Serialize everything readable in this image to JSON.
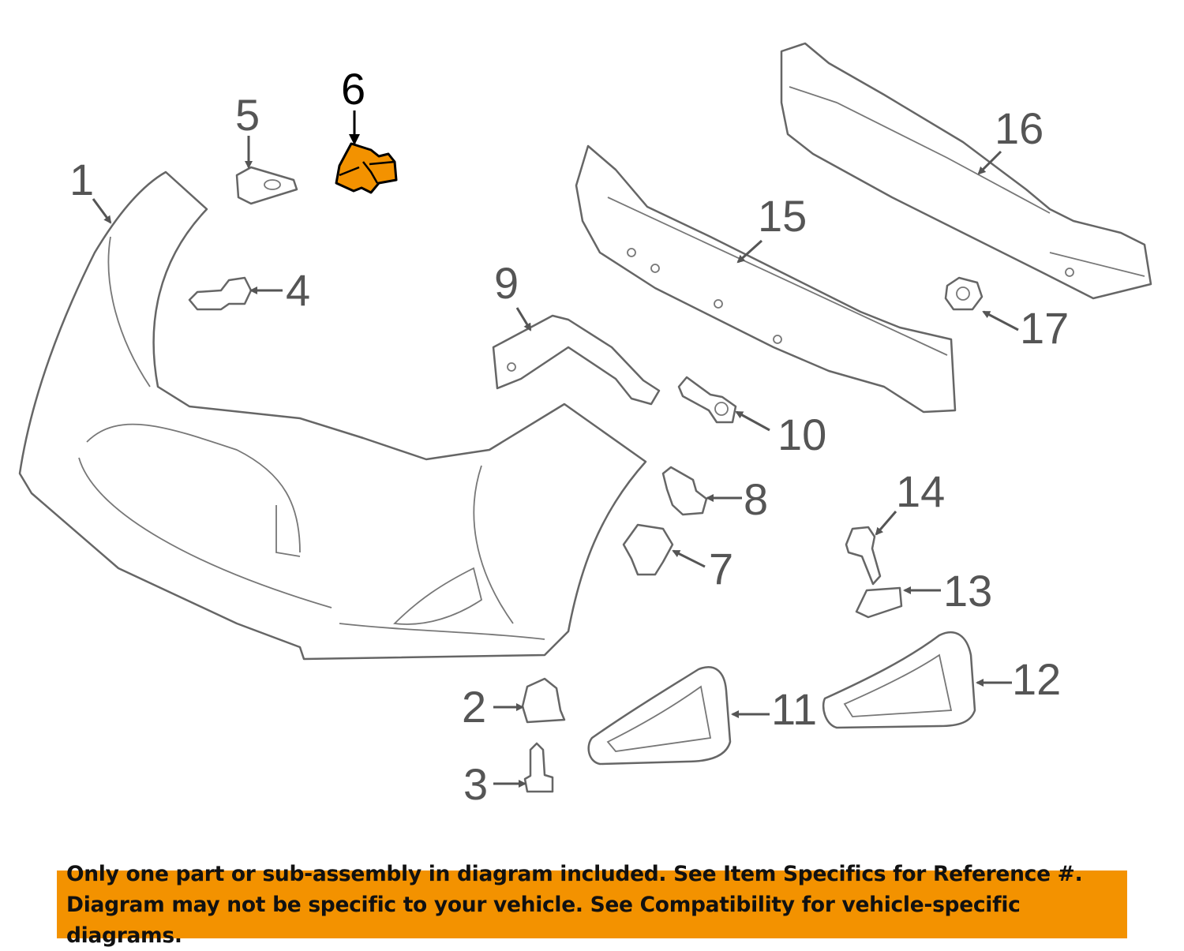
{
  "diagram": {
    "highlight_color": "#f39200",
    "highlighted_part": "6",
    "callouts": [
      "1",
      "2",
      "3",
      "4",
      "5",
      "6",
      "7",
      "8",
      "9",
      "10",
      "11",
      "12",
      "13",
      "14",
      "15",
      "16",
      "17"
    ]
  },
  "banner": {
    "line1": "Only one part or sub-assembly in diagram included. See Item Specifics for Reference #.",
    "line2": "Diagram may not be specific to your vehicle. See Compatibility for vehicle-specific diagrams."
  }
}
